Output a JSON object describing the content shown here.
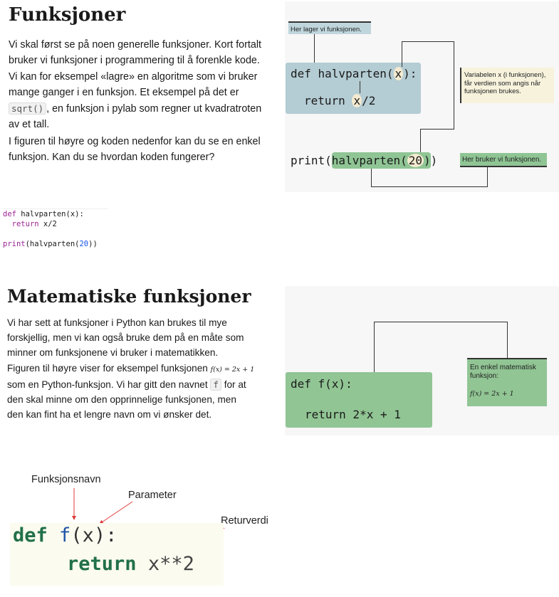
{
  "section1": {
    "title": "Funksjoner",
    "para1_line1": "Vi skal først se på noen generelle funksjoner. Kort fortalt",
    "para1_line2": "bruker vi funksjoner i programmering til å forenkle kode.",
    "para1_line3": "Vi kan for eksempel «lagre» en algoritme som vi bruker",
    "para1_line4": "mange ganger i en funksjon. Et eksempel på det er",
    "para1_code": "sqrt()",
    "para1_line5_after": ", en funksjon i pylab som regner ut kvadratroten",
    "para1_line6": "av et tall.",
    "para2_line1": "I figuren til høyre og koden nedenfor kan du se en enkel",
    "para2_line2": "funksjon. Kan du se hvordan koden fungerer?"
  },
  "diagram1": {
    "label_define": "Her lager vi funksjonen.",
    "code_def_prefix": "def halvparten(",
    "code_def_param": "x",
    "code_def_suffix": "):",
    "code_return_prefix": "return ",
    "code_return_var": "x",
    "code_return_suffix": "/2",
    "label_variable": "Variabelen x (i funksjonen), får verdien som angis når funksjonen brukes.",
    "code_print_prefix": "print(",
    "code_print_call": "halvparten(",
    "code_print_arg": "20",
    "code_print_close": ")",
    "code_print_end": ")",
    "label_use": "Her bruker vi funksjonen."
  },
  "code_snippet1": {
    "line1_def": "def",
    "line1_rest": " halvparten(x):",
    "line2_return": "return",
    "line2_rest": " x/2",
    "line3_print": "print",
    "line3_rest_a": "(halvparten(",
    "line3_num": "20",
    "line3_rest_b": "))"
  },
  "section2": {
    "title": "Matematiske funksjoner",
    "line1": "Vi har sett at funksjoner i Python kan brukes til mye",
    "line2": "forskjellig, men vi kan også bruke dem på en måte som",
    "line3": "minner om funksjonene vi bruker i matematikken.",
    "line4": "Figuren til høyre viser for eksempel funksjonen",
    "line4_math": "f(x) = 2x + 1",
    "line5_a": "som en Python-funksjon. Vi har gitt den navnet",
    "line5_code": "f",
    "line5_b": "for at",
    "line6": "den skal minne om den opprinnelige funksjonen, men",
    "line7": "den kan fint ha et lengre navn om vi ønsker det."
  },
  "diagram2": {
    "code_def": "def f(x):",
    "code_return": "return 2*x + 1",
    "label_line1": "En enkel matematisk",
    "label_line2": "funksjon:",
    "label_math": "f(x) = 2x + 1"
  },
  "diagram3": {
    "label_name": "Funksjonsnavn",
    "label_param": "Parameter",
    "label_return": "Returverdi",
    "code_def": "def",
    "code_fname": "f",
    "code_paren": "(x):",
    "code_return": "return",
    "code_expr": "x**2"
  }
}
